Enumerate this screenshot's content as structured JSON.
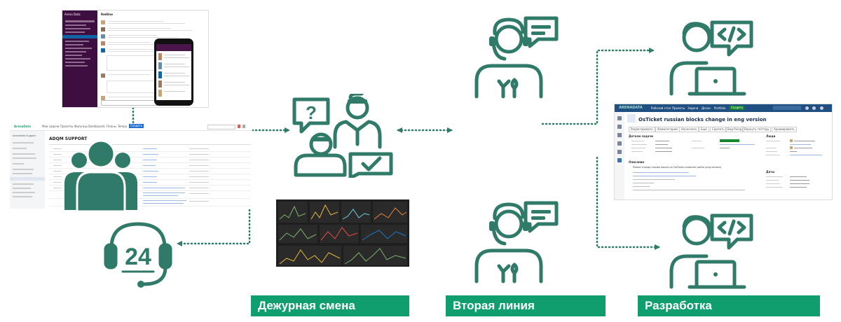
{
  "banners": {
    "duty": "Дежурная смена",
    "second_line": "Вторая линия",
    "development": "Разработка"
  },
  "colors": {
    "accent": "#2f7a68",
    "banner": "#0f9e6e",
    "dashboard_bg": "#1e1e1e"
  },
  "slack_screenshot": {
    "workspace": "Arena Data",
    "channel": "Redline"
  },
  "jira_list_screenshot": {
    "logo": "ArenaData",
    "project": "Arenadata Support",
    "title": "ADQM SUPPORT",
    "nav": [
      "Мои задачи",
      "Проекты",
      "Фильтры",
      "Dashboards",
      "Планы",
      "Tempo",
      "Создать"
    ]
  },
  "jira_issue_screenshot": {
    "logo": "ARENADATA",
    "nav": [
      "Рабочий стол",
      "Проекты",
      "Задачи",
      "Доски",
      "Portfolio",
      "Создать"
    ],
    "issue_title": "OsTicket russian blocks change in eng version",
    "toolbar": [
      "Редактировать",
      "Комментарий",
      "Назначить",
      "Ещё",
      "Сделать",
      "Bug fixing",
      "Вернуть тестеру",
      "Архивировать"
    ],
    "details_heading": "Детали задачи",
    "description_heading": "Описание",
    "description_text": "Please change russian blocks on OsTicket customer portal (eng version)",
    "people_heading": "Люди",
    "dates_heading": "Даты"
  },
  "icons": [
    "customer-group-icon",
    "support-24-headset-icon",
    "duty-team-chat-icon",
    "support-engineer-icon",
    "developer-icon"
  ]
}
